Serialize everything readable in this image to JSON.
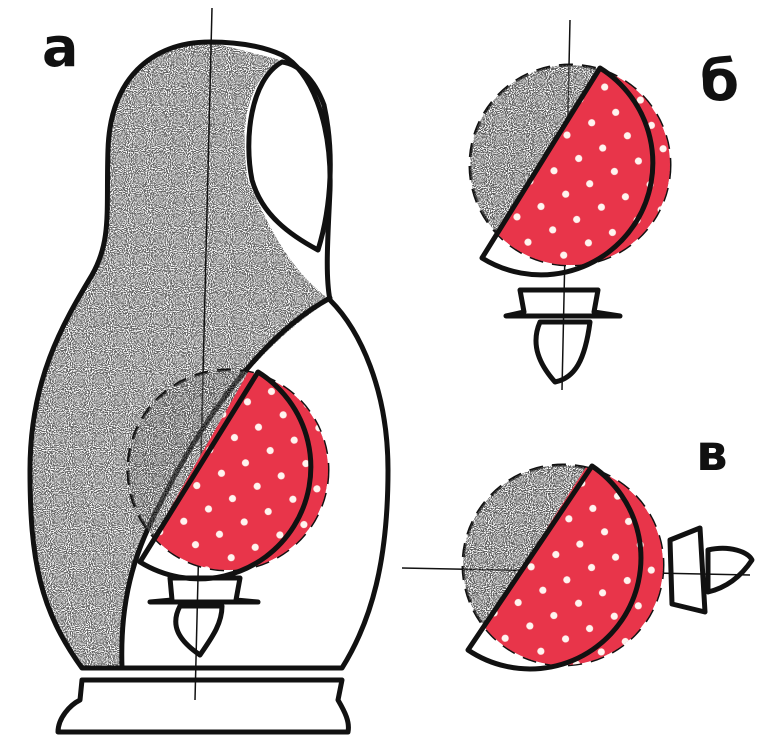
{
  "labels": {
    "a": "а",
    "b": "б",
    "v": "в"
  },
  "colors": {
    "ink": "#111111",
    "red": "#e8354a",
    "red_glow": "#f06070",
    "dots": "#fff4ef",
    "paper": "#ffffff",
    "stipple": "#222222"
  }
}
